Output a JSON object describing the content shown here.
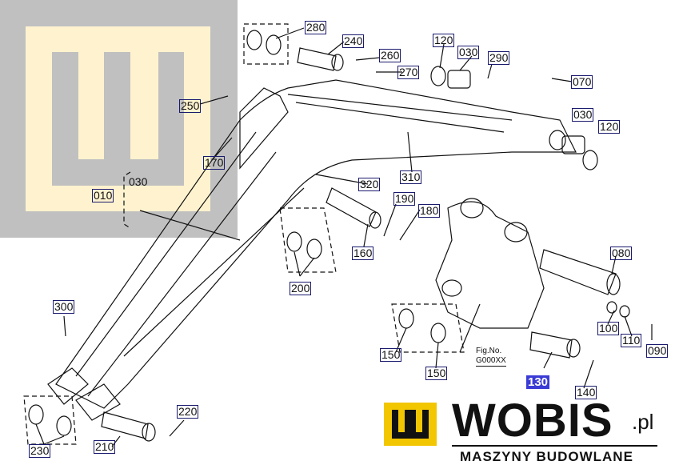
{
  "diagram": {
    "labels": [
      {
        "id": "280",
        "text": "280",
        "highlight": false
      },
      {
        "id": "240",
        "text": "240",
        "highlight": false
      },
      {
        "id": "260",
        "text": "260",
        "highlight": false
      },
      {
        "id": "270",
        "text": "270",
        "highlight": false
      },
      {
        "id": "120a",
        "text": "120",
        "highlight": false
      },
      {
        "id": "030a",
        "text": "030",
        "highlight": false
      },
      {
        "id": "290",
        "text": "290",
        "highlight": false
      },
      {
        "id": "070",
        "text": "070",
        "highlight": false
      },
      {
        "id": "250",
        "text": "250",
        "highlight": false
      },
      {
        "id": "030b",
        "text": "030",
        "highlight": false
      },
      {
        "id": "120b",
        "text": "120",
        "highlight": false
      },
      {
        "id": "170",
        "text": "170",
        "highlight": false
      },
      {
        "id": "010",
        "text": "010",
        "highlight": false
      },
      {
        "id": "320",
        "text": "320",
        "highlight": false
      },
      {
        "id": "310",
        "text": "310",
        "highlight": false
      },
      {
        "id": "190",
        "text": "190",
        "highlight": false
      },
      {
        "id": "180",
        "text": "180",
        "highlight": false
      },
      {
        "id": "160",
        "text": "160",
        "highlight": false
      },
      {
        "id": "080",
        "text": "080",
        "highlight": false
      },
      {
        "id": "200",
        "text": "200",
        "highlight": false
      },
      {
        "id": "300",
        "text": "300",
        "highlight": false
      },
      {
        "id": "100",
        "text": "100",
        "highlight": false
      },
      {
        "id": "110",
        "text": "110",
        "highlight": false
      },
      {
        "id": "090",
        "text": "090",
        "highlight": false
      },
      {
        "id": "150a",
        "text": "150",
        "highlight": false
      },
      {
        "id": "150b",
        "text": "150",
        "highlight": false
      },
      {
        "id": "130",
        "text": "130",
        "highlight": true
      },
      {
        "id": "140",
        "text": "140",
        "highlight": false
      },
      {
        "id": "220",
        "text": "220",
        "highlight": false
      },
      {
        "id": "230",
        "text": "230",
        "highlight": false
      },
      {
        "id": "210",
        "text": "210",
        "highlight": false
      }
    ],
    "group_sub_label": "030",
    "fig_no_label": "Fig.No.",
    "fig_no_value": "G000XX"
  },
  "brand": {
    "name": "WOBIS",
    "suffix": ".pl",
    "tagline": "MASZYNY BUDOWLANE",
    "logo_color": "#f2c600",
    "watermark_bg": "#c0c0c0",
    "watermark_fg": "#fff3cf"
  }
}
